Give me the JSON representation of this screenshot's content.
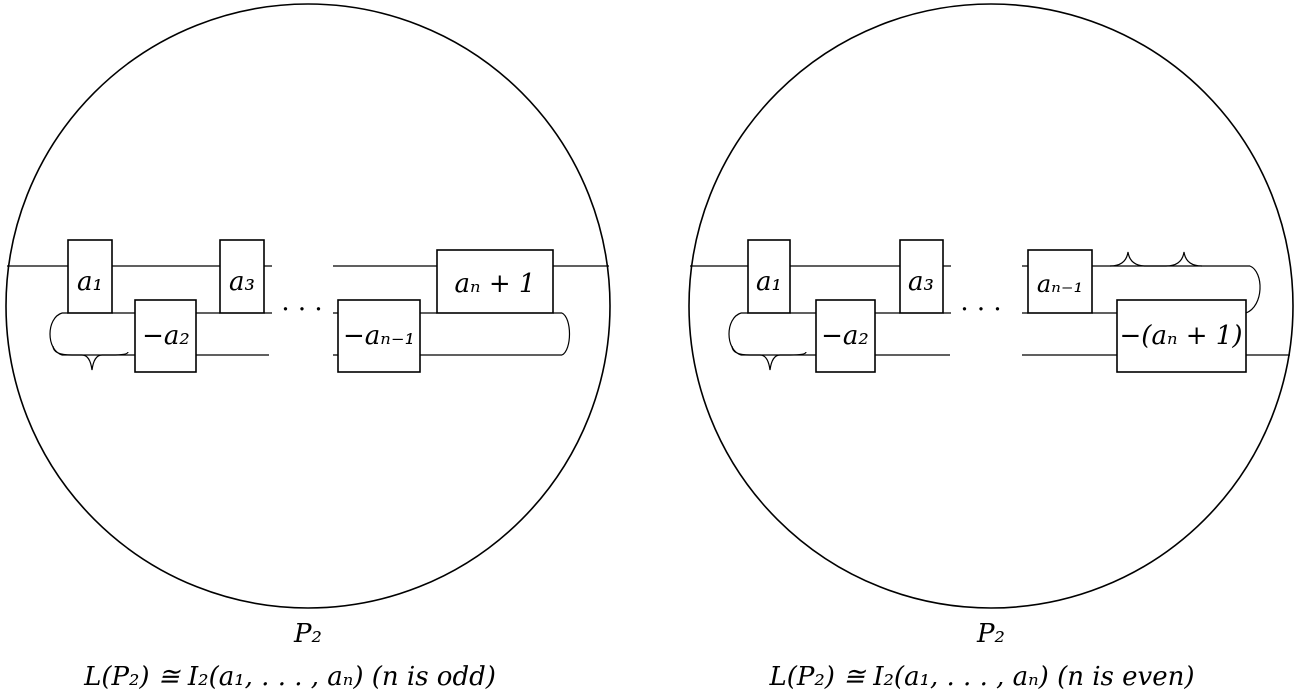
{
  "left": {
    "box1": "a₁",
    "box2": "−a₂",
    "box3": "a₃",
    "dots": "· · ·",
    "box4": "−aₙ₋₁",
    "box5": "aₙ + 1",
    "name": "P₂",
    "caption": "L(P₂) ≅ I₂(a₁, . . . , aₙ) (n is odd)"
  },
  "right": {
    "box1": "a₁",
    "box2": "−a₂",
    "box3": "a₃",
    "dots": "· · ·",
    "box4": "aₙ₋₁",
    "box5": "−(aₙ + 1)",
    "name": "P₂",
    "caption": "L(P₂) ≅ I₂(a₁, . . . , aₙ) (n is even)"
  }
}
